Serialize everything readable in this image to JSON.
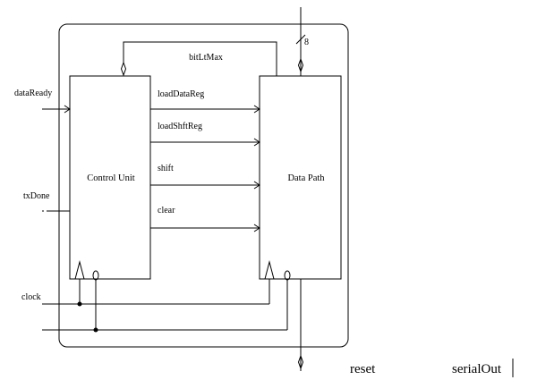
{
  "blocks": {
    "control_unit": "Control Unit",
    "data_path": "Data Path"
  },
  "inputs": {
    "data_ready": "dataReady",
    "tx_done": "txDone",
    "clock": "clock",
    "reset": "reset"
  },
  "signals": {
    "bit_lt_max": "bitLtMax",
    "load_data_reg": "loadDataReg",
    "load_shft_reg": "loadShftReg",
    "shift": "shift",
    "clear": "clear"
  },
  "bus": {
    "width_label": "8"
  },
  "outputs": {
    "serial_out": "serialOut"
  }
}
